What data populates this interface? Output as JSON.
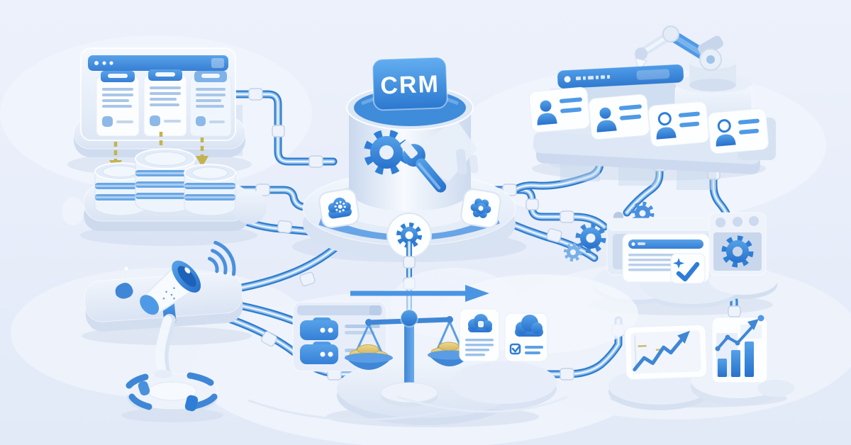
{
  "title": "CRM ecosystem 3D illustration",
  "background": {
    "top": "#edf1fb",
    "bottom": "#e2eaf8"
  },
  "colors": {
    "accent": "#2e7ed6",
    "accent_light": "#5fa0e8",
    "accent_deep": "#1f64b8",
    "pipe_outer": "#2f7ccc",
    "pipe_inner": "#8ebfef",
    "pipe_core": "#eaf4ff",
    "panel": "#e6edf9",
    "panel_deep": "#cdd9ee",
    "card": "#fdfeff",
    "line_light": "#a9c6e8",
    "gold": "#dcc87a",
    "arrow_khaki": "#c4b24e"
  },
  "hub": {
    "label": "CRM",
    "icons": [
      "gear-icon",
      "wrench-icon",
      "chart-emblem-icon"
    ],
    "badges": [
      "cloud-sync-gear-badge",
      "gear-badge",
      "flower-gear-badge"
    ]
  },
  "modules": {
    "documents_browser": {
      "icon": "browser-window-icon",
      "document_cards": 3
    },
    "data_flow": {
      "icon": "down-arrow-icon",
      "arrows": 3
    },
    "databases": {
      "icon": "database-icon",
      "cylinders": 3
    },
    "contacts": {
      "icon": "contact-card-icon",
      "cards": 4
    },
    "automation": {
      "icons": [
        "robot-arm-icon",
        "message-bar-icon"
      ]
    },
    "settings_validation": {
      "icons": [
        "search-window-icon",
        "check-badge-icon",
        "gear-window-icon",
        "gears-icon"
      ]
    },
    "marketing": {
      "icons": [
        "megaphone-icon",
        "sound-waves-icon",
        "funnel-wheel-icon"
      ]
    },
    "servers": {
      "icon": "server-icon",
      "rows": 2
    },
    "finance": {
      "icons": [
        "balance-scale-icon",
        "gold-coins-icon",
        "right-arrow-icon"
      ]
    },
    "cloud_documents": {
      "icons": [
        "cloud-lock-card-icon",
        "cloud-check-card-icon"
      ]
    },
    "analytics": {
      "icons": [
        "line-chart-icon",
        "bar-chart-icon"
      ]
    }
  }
}
